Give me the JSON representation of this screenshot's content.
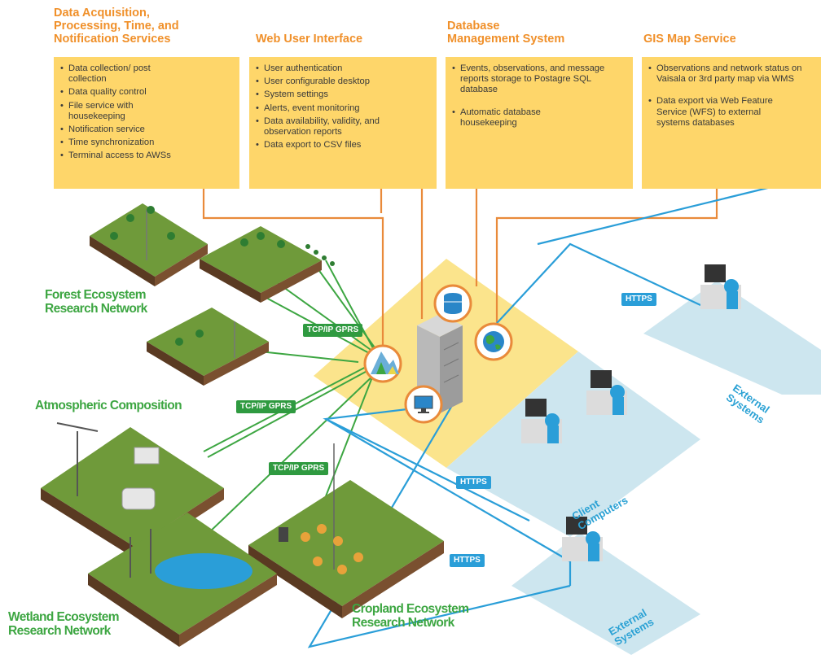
{
  "services": [
    {
      "id": "acquisition",
      "title": "Data Acquisition, Processing, Time, and Notification Services",
      "title_lines": [
        "Data Acquisition,",
        "Processing, Time, and",
        "Notification Services"
      ],
      "items": [
        "Data collection/ post collection",
        "Data quality control",
        "File service with housekeeping",
        "Notification service",
        "Time synchronization",
        "Terminal access to AWSs"
      ]
    },
    {
      "id": "web-ui",
      "title": "Web User Interface",
      "title_lines": [
        "Web User Interface"
      ],
      "items": [
        "User authentication",
        "User configurable desktop",
        "System settings",
        "Alerts, event monitoring",
        "Data availability, validity, and observation reports",
        "Data export to CSV files"
      ]
    },
    {
      "id": "dbms",
      "title": "Database Management System",
      "title_lines": [
        "Database",
        "Management System"
      ],
      "items": [
        "Events, observations, and message reports storage to Postagre SQL database",
        "Automatic database housekeeping"
      ]
    },
    {
      "id": "gis",
      "title": "GIS Map Service",
      "title_lines": [
        "GIS Map Service"
      ],
      "items": [
        "Observations and network status on Vaisala or 3rd party map via WMS",
        "Data export via Web Feature Service (WFS) to external systems databases"
      ]
    }
  ],
  "networks": {
    "forest": [
      "Forest Ecosystem",
      "Research Network"
    ],
    "atmospheric": [
      "Atmospheric Composition"
    ],
    "wetland": [
      "Wetland Ecosystem",
      "Research Network"
    ],
    "cropland": [
      "Cropland Ecosystem",
      "Research Network"
    ]
  },
  "connections": {
    "tcp_gprs_1": "TCP/IP GPRS",
    "tcp_gprs_2": "TCP/IP GPRS",
    "tcp_gprs_3": "TCP/IP GPRS",
    "https_1": "HTTPS",
    "https_2": "HTTPS",
    "https_3": "HTTPS"
  },
  "side_labels": {
    "external_top": [
      "External",
      "Systems"
    ],
    "client": [
      "Client",
      "Computers"
    ],
    "external_bottom": [
      "External",
      "Systems"
    ]
  },
  "colors": {
    "service_title": "#f0902a",
    "service_box": "#fed66a",
    "orange_line": "#e98a3a",
    "green_line": "#3da642",
    "blue_line": "#2a9ed8",
    "network_label": "#3da642",
    "side_label": "#2aa1d4",
    "server_platform": "#fbe48c",
    "client_platform": "#cde6ef"
  },
  "icons": [
    "database-icon",
    "globe-icon",
    "mountain-icon",
    "monitor-icon",
    "server-icon",
    "workstation-icon"
  ]
}
